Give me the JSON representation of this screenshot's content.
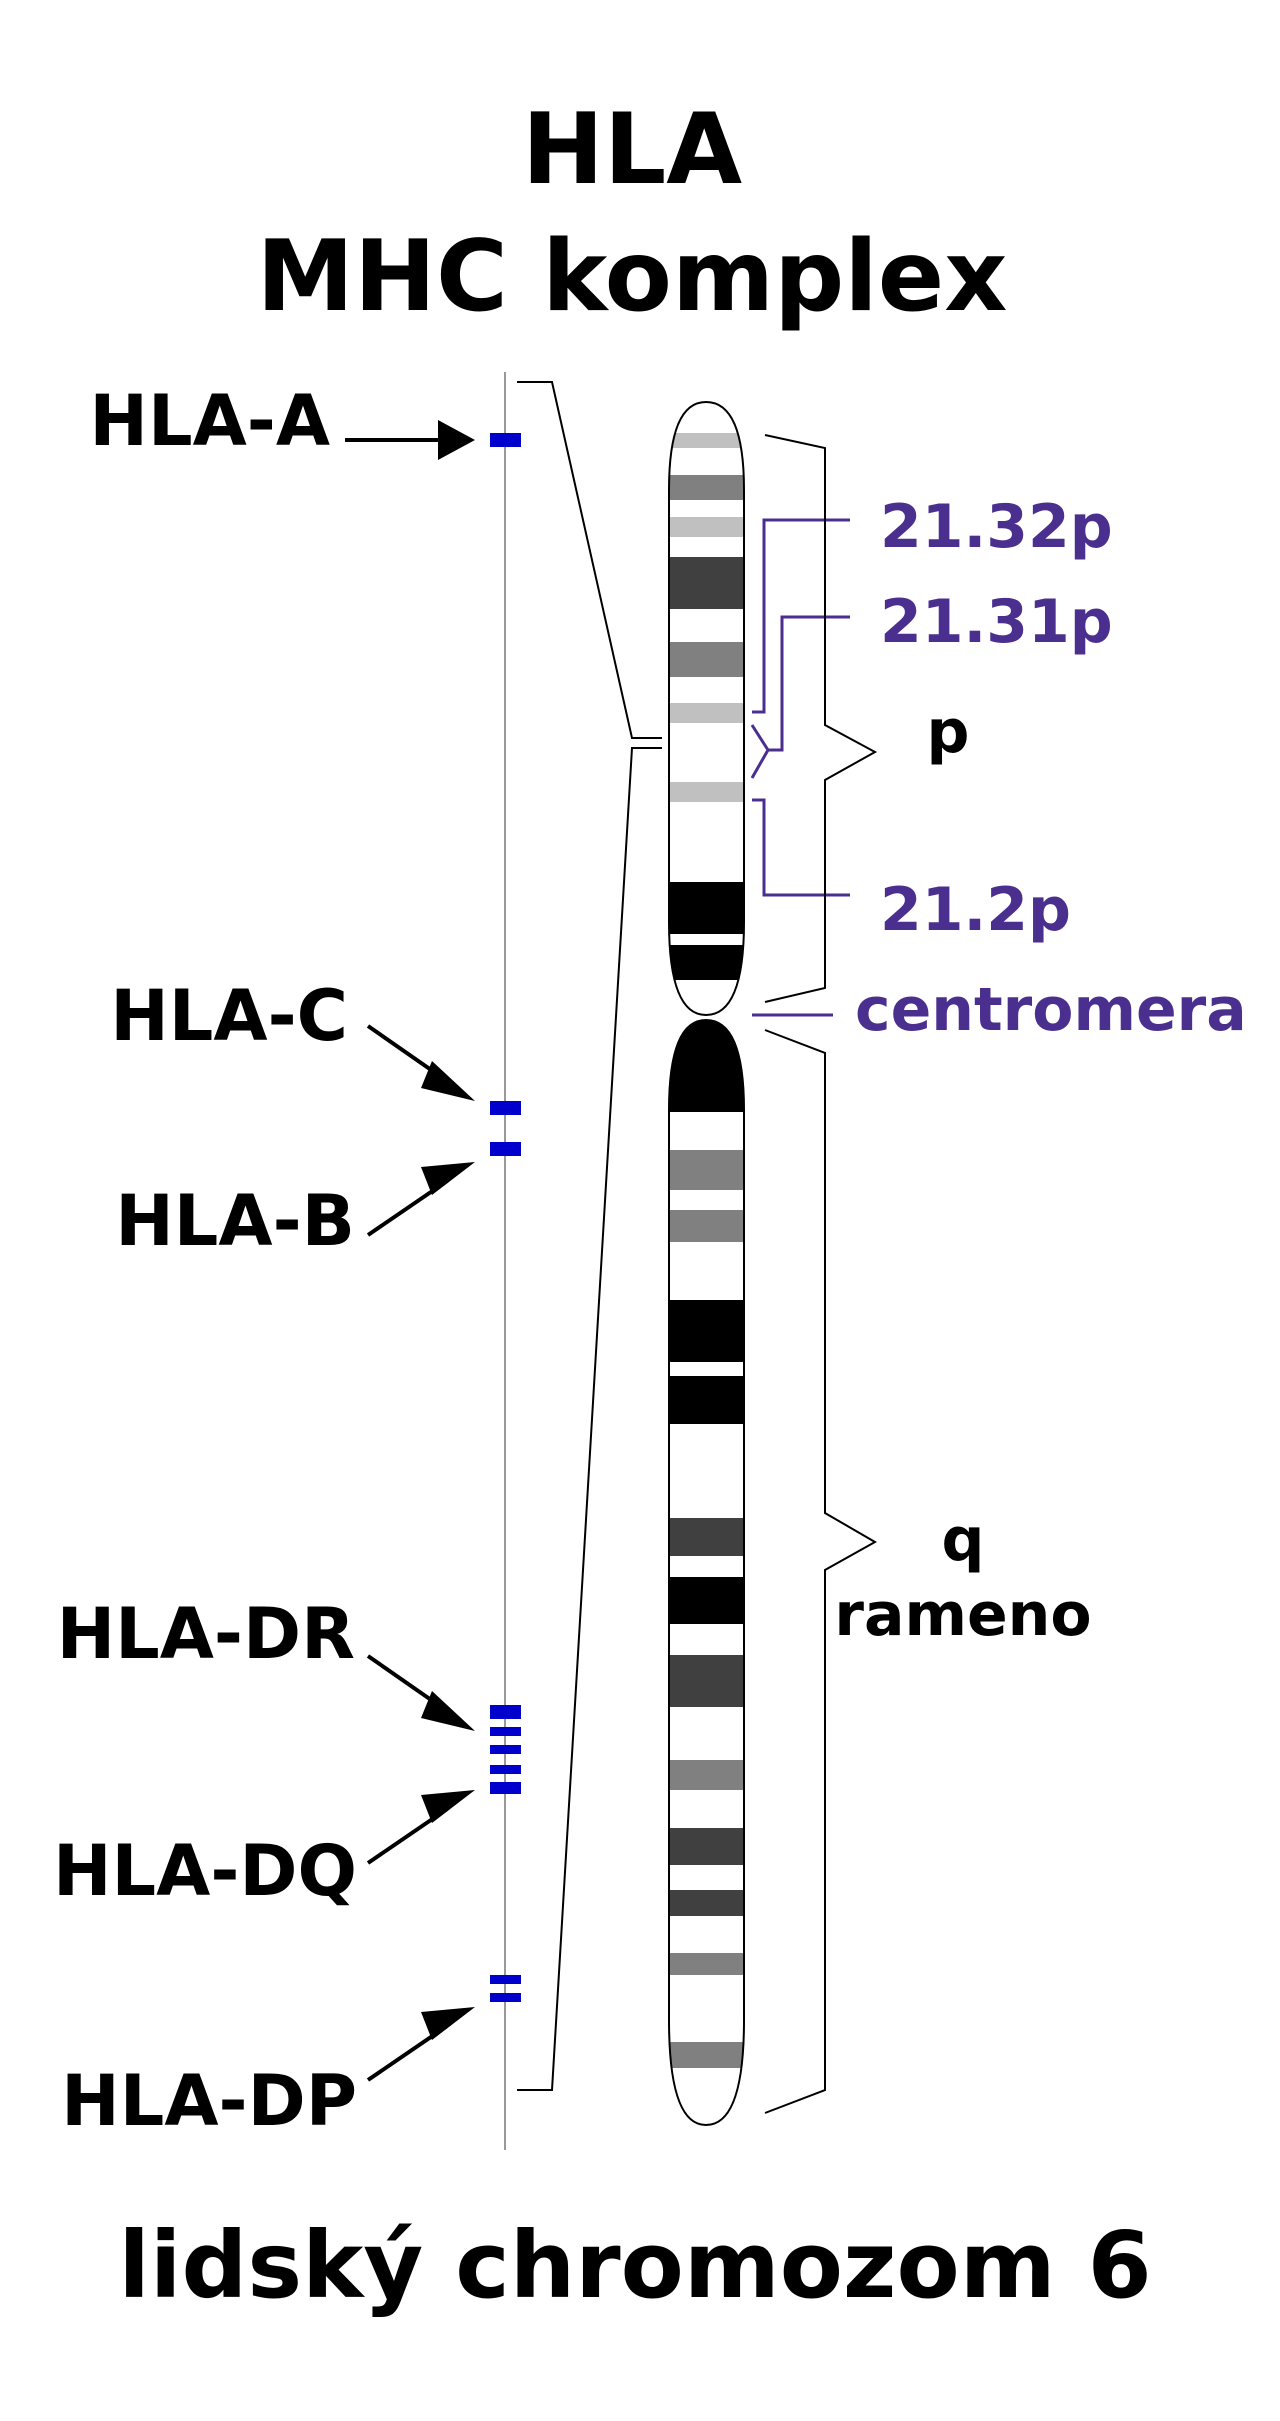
{
  "title": {
    "line1": "HLA",
    "line2": "MHC komplex"
  },
  "caption": "lidský chromozom 6",
  "colors": {
    "gene_marker": "#0000cc",
    "band_label": "#4b2f8f",
    "outline": "#000000",
    "axis_line": "#999999",
    "band_black": "#000000",
    "band_dark": "#404040",
    "band_mid": "#808080",
    "band_light": "#c0c0c0"
  },
  "genes": [
    {
      "id": "hla-a",
      "label": "HLA-A"
    },
    {
      "id": "hla-c",
      "label": "HLA-C"
    },
    {
      "id": "hla-b",
      "label": "HLA-B"
    },
    {
      "id": "hla-dr",
      "label": "HLA-DR"
    },
    {
      "id": "hla-dq",
      "label": "HLA-DQ"
    },
    {
      "id": "hla-dp",
      "label": "HLA-DP"
    }
  ],
  "band_labels": {
    "b21_32p": "21.32p",
    "b21_31p": "21.31p",
    "b21_2p": "21.2p",
    "centromere": "centromera"
  },
  "arms": {
    "p": "p",
    "q": "q",
    "arm_word": "rameno"
  }
}
